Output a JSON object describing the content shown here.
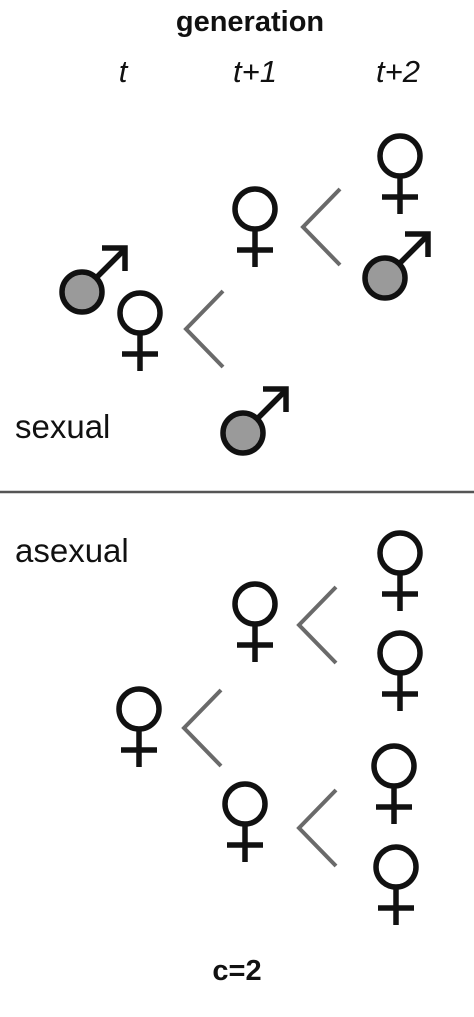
{
  "header": {
    "title": "generation",
    "generations": [
      "t",
      "t+1",
      "t+2"
    ]
  },
  "sections": {
    "sexual": {
      "label": "sexual",
      "gen_t": [
        "male",
        "female"
      ],
      "gen_t1": [
        "female",
        "male"
      ],
      "gen_t2": [
        "female",
        "male"
      ]
    },
    "asexual": {
      "label": "asexual",
      "gen_t": [
        "female"
      ],
      "gen_t1": [
        "female",
        "female"
      ],
      "gen_t2": [
        "female",
        "female",
        "female",
        "female"
      ]
    }
  },
  "footer": {
    "label": "c=2"
  },
  "colors": {
    "symbol": "#111111",
    "male_fill": "#9a9a9a",
    "branch": "#6a6a6a",
    "divider": "#555555"
  },
  "icons": {
    "female": "female-symbol-icon",
    "male": "male-symbol-icon",
    "branch": "branch-chevron-icon"
  }
}
